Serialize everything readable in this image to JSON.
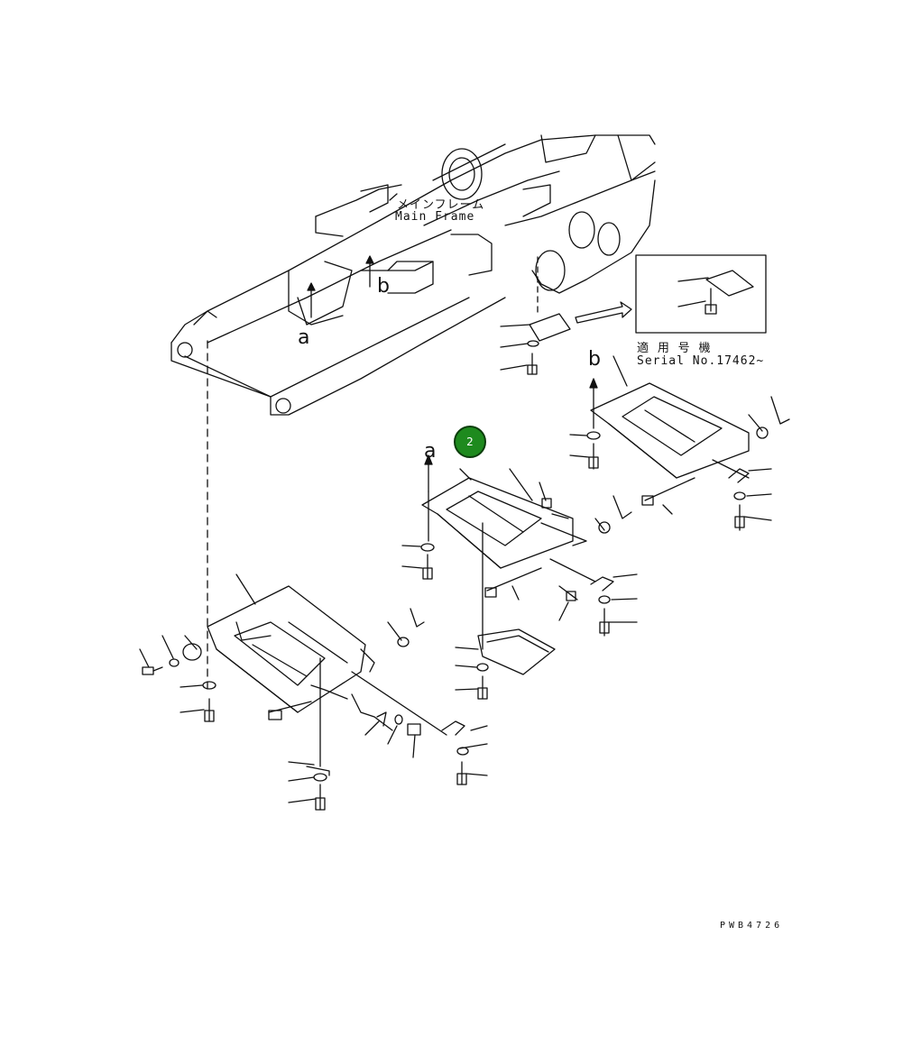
{
  "main_frame": {
    "label_jp": "メインフレーム",
    "label_en": "Main Frame"
  },
  "inset": {
    "label_jp": "適 用 号 機",
    "label_serial": "Serial No.17462~"
  },
  "markers": {
    "a_top": "a",
    "b_top": "b",
    "a_mid": "a",
    "b_right": "b"
  },
  "callout": {
    "number": "2",
    "color": "#1e8a1e"
  },
  "drawing_code": "PWB4726"
}
